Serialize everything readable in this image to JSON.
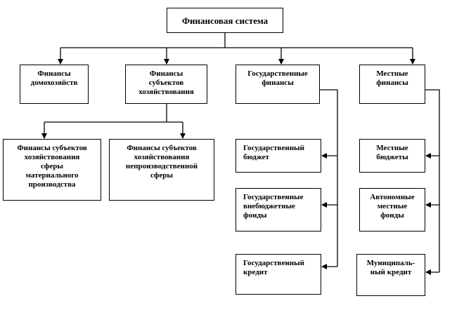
{
  "diagram": {
    "root": {
      "label": "Финансовая система"
    },
    "level1": {
      "households": {
        "label": "Финансы\nдомохозяйств"
      },
      "business_entities": {
        "label": "Финансы\nсубъектов\nхозяйствования"
      },
      "state_finance": {
        "label": "Государственные\nфинансы"
      },
      "local_finance": {
        "label": "Местные\nфинансы"
      }
    },
    "business_children": {
      "material_sphere": {
        "label": "Финансы субъектов\nхозяйствования\nсферы\nматериального\nпроизводства"
      },
      "non_production_sphere": {
        "label": "Финансы субъектов\nхозяйствования\nнепроизводственной\nсферы"
      }
    },
    "state_children": {
      "state_budget": {
        "label": "Государственный\nбюджет"
      },
      "off_budget_funds": {
        "label": "Государственные\nвнебюджетные\nфонды"
      },
      "state_credit": {
        "label": "Государственный\nкредит"
      }
    },
    "local_children": {
      "local_budgets": {
        "label": "Местные\nбюджеты"
      },
      "autonomous_funds": {
        "label": "Автономные\nместные\nфонды"
      },
      "municipal_credit": {
        "label": "Муниципаль-\nный кредит"
      }
    },
    "colors": {
      "stroke": "#000000",
      "background": "#ffffff"
    }
  }
}
